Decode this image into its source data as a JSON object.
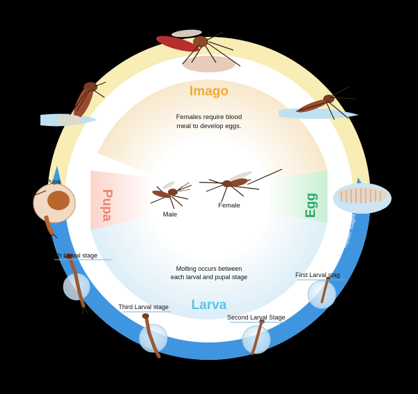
{
  "stages": {
    "imago": "Imago",
    "egg": "Egg",
    "larva": "Larva",
    "pupa": "Pupa"
  },
  "notes": {
    "imago_line1": "Females require blood",
    "imago_line2": "meal to develop eggs.",
    "larva_line1": "Molting occurs between",
    "larva_line2": "each larval and pupal stage"
  },
  "center": {
    "male": "Male",
    "female": "Female"
  },
  "callouts": {
    "pupa": "Pupa",
    "fourth_larval": "rth Larval stage",
    "third_larval": "Third Larval stage",
    "second_larval": "Second Larval Stage",
    "first_larval": "First Larval stag"
  },
  "arc_label": "Aquatic Stages",
  "colors": {
    "imago": "#f0a93a",
    "egg": "#2ba66a",
    "larva": "#55c6ea",
    "pupa": "#f0846e",
    "aquatic_band": "#3f95e0",
    "terrestrial_band": "#f7edb5"
  }
}
